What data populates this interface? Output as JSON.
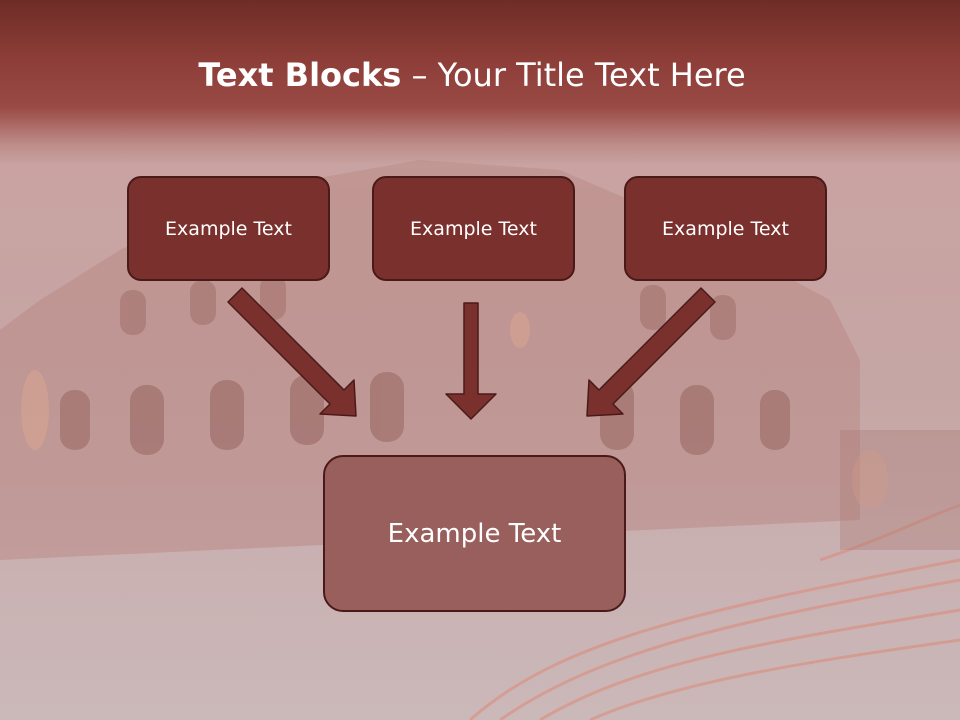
{
  "slide": {
    "title_bold": "Text Blocks",
    "title_rest": " – Your Title Text Here",
    "box_top_left": "Example Text",
    "box_top_center": "Example Text",
    "box_top_right": "Example Text",
    "box_bottom": "Example Text"
  },
  "colors": {
    "title_band": "#8c3d37",
    "box_fill": "#7a302c",
    "box_border": "#4a1a18",
    "big_box_fill": "#985f5d",
    "arrow": "#7a302c"
  }
}
